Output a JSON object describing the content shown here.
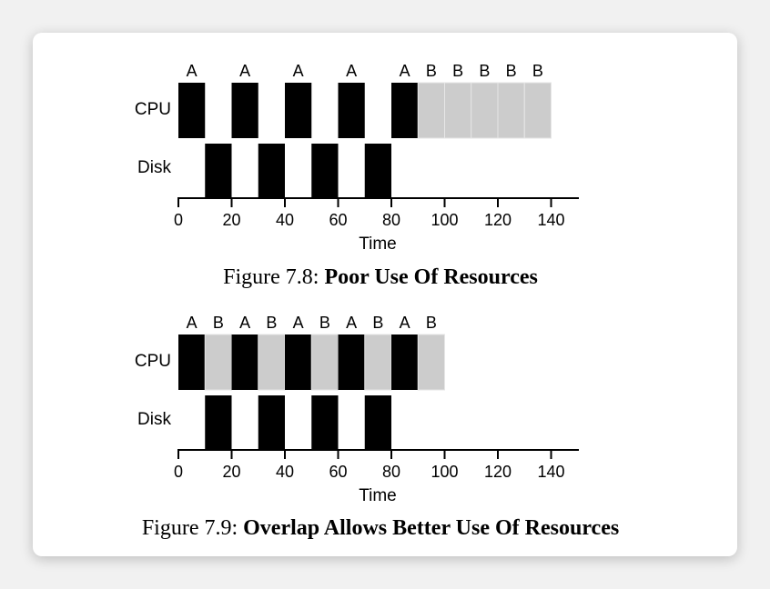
{
  "colors": {
    "process_a": "#000000",
    "process_b": "#cccccc",
    "axis": "#000000"
  },
  "figures": [
    {
      "lanes": [
        {
          "key": "cpu",
          "label": "CPU"
        },
        {
          "key": "disk",
          "label": "Disk"
        }
      ],
      "x_ticks": [
        0,
        20,
        40,
        60,
        80,
        100,
        120,
        140
      ],
      "x_label": "Time",
      "segments": [
        {
          "lane": "cpu",
          "proc": "A",
          "start": 0,
          "end": 10
        },
        {
          "lane": "disk",
          "proc": "A",
          "start": 10,
          "end": 20
        },
        {
          "lane": "cpu",
          "proc": "A",
          "start": 20,
          "end": 30
        },
        {
          "lane": "disk",
          "proc": "A",
          "start": 30,
          "end": 40
        },
        {
          "lane": "cpu",
          "proc": "A",
          "start": 40,
          "end": 50
        },
        {
          "lane": "disk",
          "proc": "A",
          "start": 50,
          "end": 60
        },
        {
          "lane": "cpu",
          "proc": "A",
          "start": 60,
          "end": 70
        },
        {
          "lane": "disk",
          "proc": "A",
          "start": 70,
          "end": 80
        },
        {
          "lane": "cpu",
          "proc": "A",
          "start": 80,
          "end": 90
        },
        {
          "lane": "cpu",
          "proc": "B",
          "start": 90,
          "end": 100
        },
        {
          "lane": "cpu",
          "proc": "B",
          "start": 100,
          "end": 110
        },
        {
          "lane": "cpu",
          "proc": "B",
          "start": 110,
          "end": 120
        },
        {
          "lane": "cpu",
          "proc": "B",
          "start": 120,
          "end": 130
        },
        {
          "lane": "cpu",
          "proc": "B",
          "start": 130,
          "end": 140
        }
      ],
      "caption": {
        "prefix": "Figure 7.8: ",
        "title": "Poor Use Of Resources"
      }
    },
    {
      "lanes": [
        {
          "key": "cpu",
          "label": "CPU"
        },
        {
          "key": "disk",
          "label": "Disk"
        }
      ],
      "x_ticks": [
        0,
        20,
        40,
        60,
        80,
        100,
        120,
        140
      ],
      "x_label": "Time",
      "segments": [
        {
          "lane": "cpu",
          "proc": "A",
          "start": 0,
          "end": 10
        },
        {
          "lane": "cpu",
          "proc": "B",
          "start": 10,
          "end": 20
        },
        {
          "lane": "disk",
          "proc": "A",
          "start": 10,
          "end": 20
        },
        {
          "lane": "cpu",
          "proc": "A",
          "start": 20,
          "end": 30
        },
        {
          "lane": "cpu",
          "proc": "B",
          "start": 30,
          "end": 40
        },
        {
          "lane": "disk",
          "proc": "A",
          "start": 30,
          "end": 40
        },
        {
          "lane": "cpu",
          "proc": "A",
          "start": 40,
          "end": 50
        },
        {
          "lane": "cpu",
          "proc": "B",
          "start": 50,
          "end": 60
        },
        {
          "lane": "disk",
          "proc": "A",
          "start": 50,
          "end": 60
        },
        {
          "lane": "cpu",
          "proc": "A",
          "start": 60,
          "end": 70
        },
        {
          "lane": "cpu",
          "proc": "B",
          "start": 70,
          "end": 80
        },
        {
          "lane": "disk",
          "proc": "A",
          "start": 70,
          "end": 80
        },
        {
          "lane": "cpu",
          "proc": "A",
          "start": 80,
          "end": 90
        },
        {
          "lane": "cpu",
          "proc": "B",
          "start": 90,
          "end": 100
        }
      ],
      "caption": {
        "prefix": "Figure 7.9: ",
        "title": "Overlap Allows Better Use Of Resources"
      }
    }
  ]
}
